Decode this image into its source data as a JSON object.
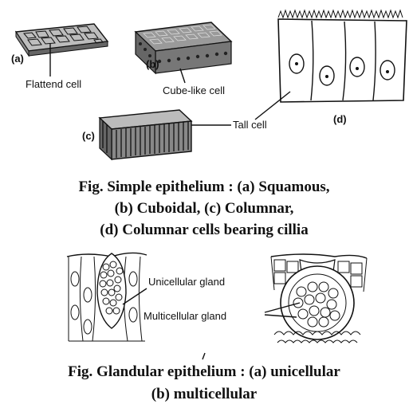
{
  "simple_figure": {
    "panel_labels": {
      "a": "(a)",
      "b": "(b)",
      "c": "(c)",
      "d": "(d)"
    },
    "callouts": {
      "flattened": "Flattend cell",
      "cube_like": "Cube-like cell",
      "tall": "Tall cell"
    },
    "caption_lines": [
      "Fig. Simple epithelium : (a) Squamous,",
      "(b) Cuboidal, (c) Columnar,",
      "(d) Columnar cells bearing cillia"
    ]
  },
  "glandular_figure": {
    "callouts": {
      "unicellular": "Unicellular gland",
      "multicellular": "Multicellular gland"
    },
    "caption_lines": [
      "Fig. Glandular epithelium : (a) unicellular",
      "(b) multicellular"
    ]
  }
}
